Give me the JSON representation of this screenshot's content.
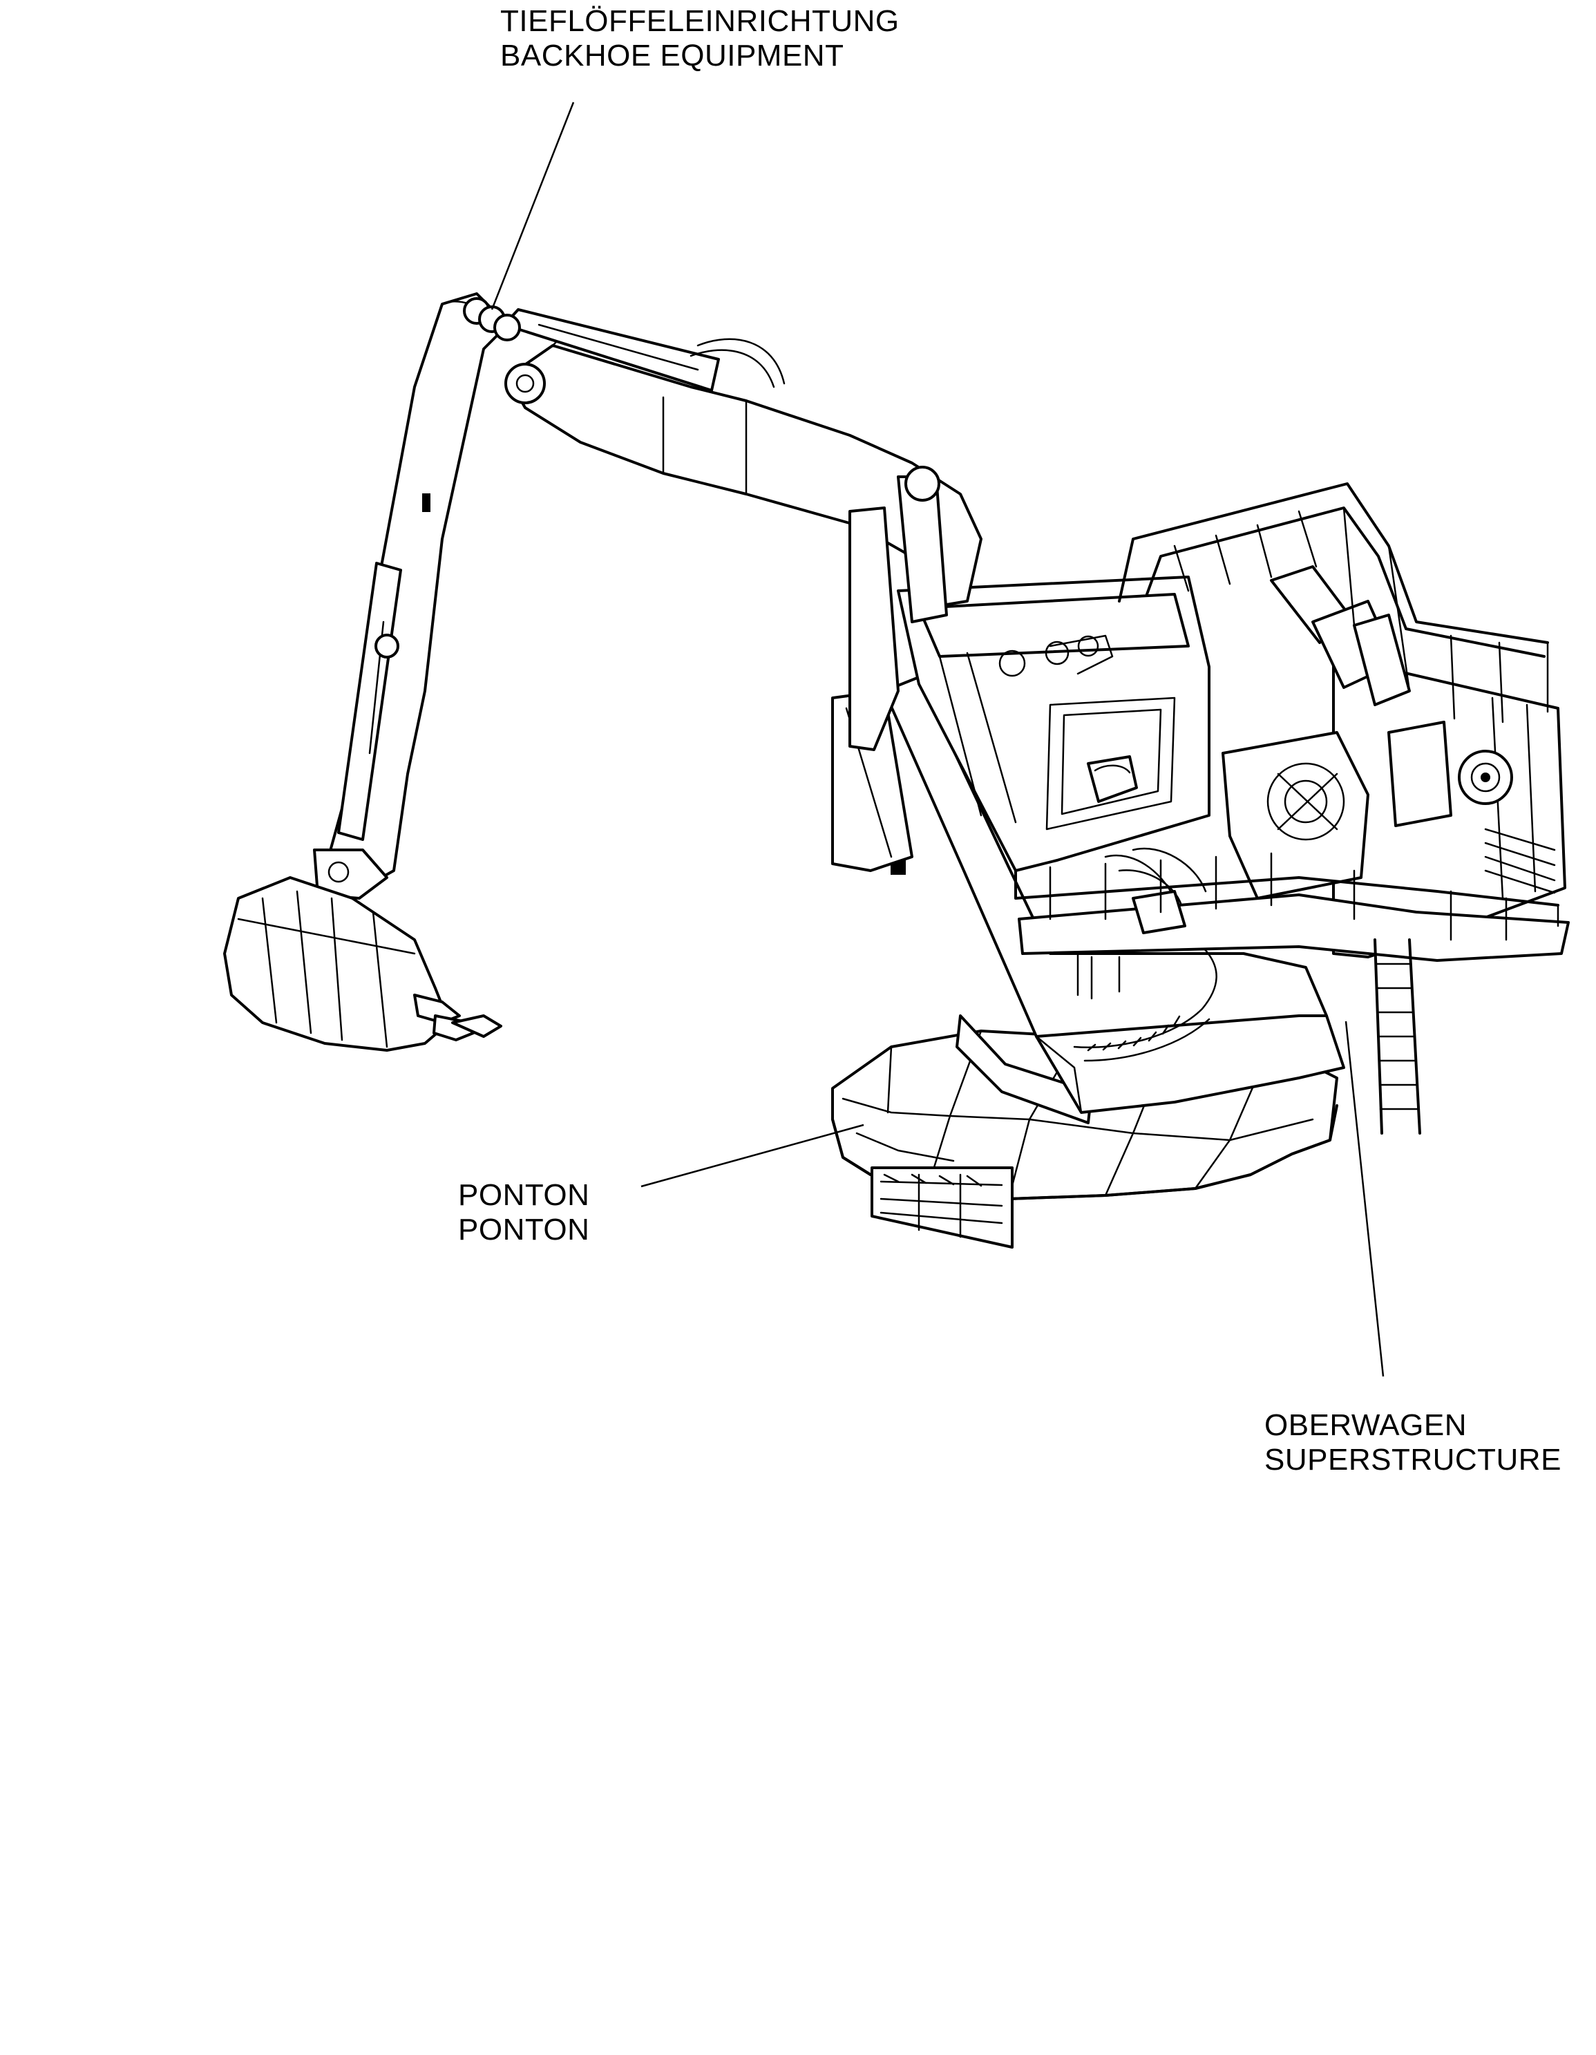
{
  "callouts": {
    "backhoe": {
      "line1": "TIEFLÖFFELEINRICHTUNG",
      "line2": "BACKHOE EQUIPMENT"
    },
    "ponton": {
      "line1": "PONTON",
      "line2": "PONTON"
    },
    "superstructure": {
      "line1": "OBERWAGEN",
      "line2": "SUPERSTRUCTURE"
    }
  }
}
